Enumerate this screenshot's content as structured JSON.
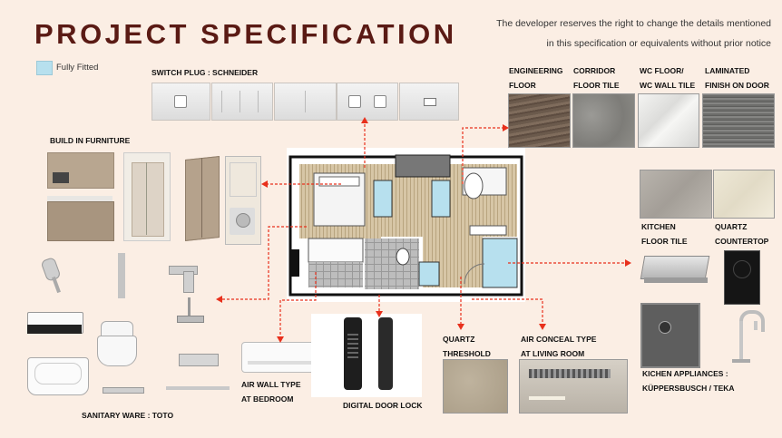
{
  "title": "PROJECT SPECIFICATION",
  "disclaimer": {
    "line1": "The developer reserves the right to change the details mentioned",
    "line2": "in this specification or equivalents without prior notice"
  },
  "legend": {
    "label": "Fully Fitted",
    "color": "#b7e0ee"
  },
  "labels": {
    "switch_plug": "SWITCH PLUG : SCHNEIDER",
    "built_in_furniture": "BUILD IN FURNITURE",
    "engineering_floor": [
      "ENGINEERING",
      "FLOOR"
    ],
    "corridor_floor_tile": [
      "CORRIDOR",
      "FLOOR TILE"
    ],
    "wc_floor": [
      "WC FLOOR/",
      "WC WALL TILE"
    ],
    "laminated_door": [
      "LAMINATED",
      "FINISH ON DOOR"
    ],
    "kitchen_floor_tile": [
      "KITCHEN",
      "FLOOR TILE"
    ],
    "quartz_countertop": [
      "QUARTZ",
      "COUNTERTOP"
    ],
    "kitchen_appliances": [
      "KICHEN APPLIANCES :",
      "KÜPPERSBUSCH / TEKA"
    ],
    "sanitary_ware": "SANITARY WARE : TOTO",
    "air_wall_type": [
      "AIR WALL TYPE",
      "AT BEDROOM"
    ],
    "digital_door_lock": "DIGITAL DOOR LOCK",
    "quartz_threshold": [
      "QUARTZ",
      "THRESHOLD"
    ],
    "air_conceal": [
      "AIR CONCEAL TYPE",
      "AT LIVING ROOM"
    ]
  },
  "colors": {
    "title": "#5a1a14",
    "arrow": "#e8301c",
    "background": "#fbeee4",
    "fully_fitted": "#b7e0ee"
  }
}
